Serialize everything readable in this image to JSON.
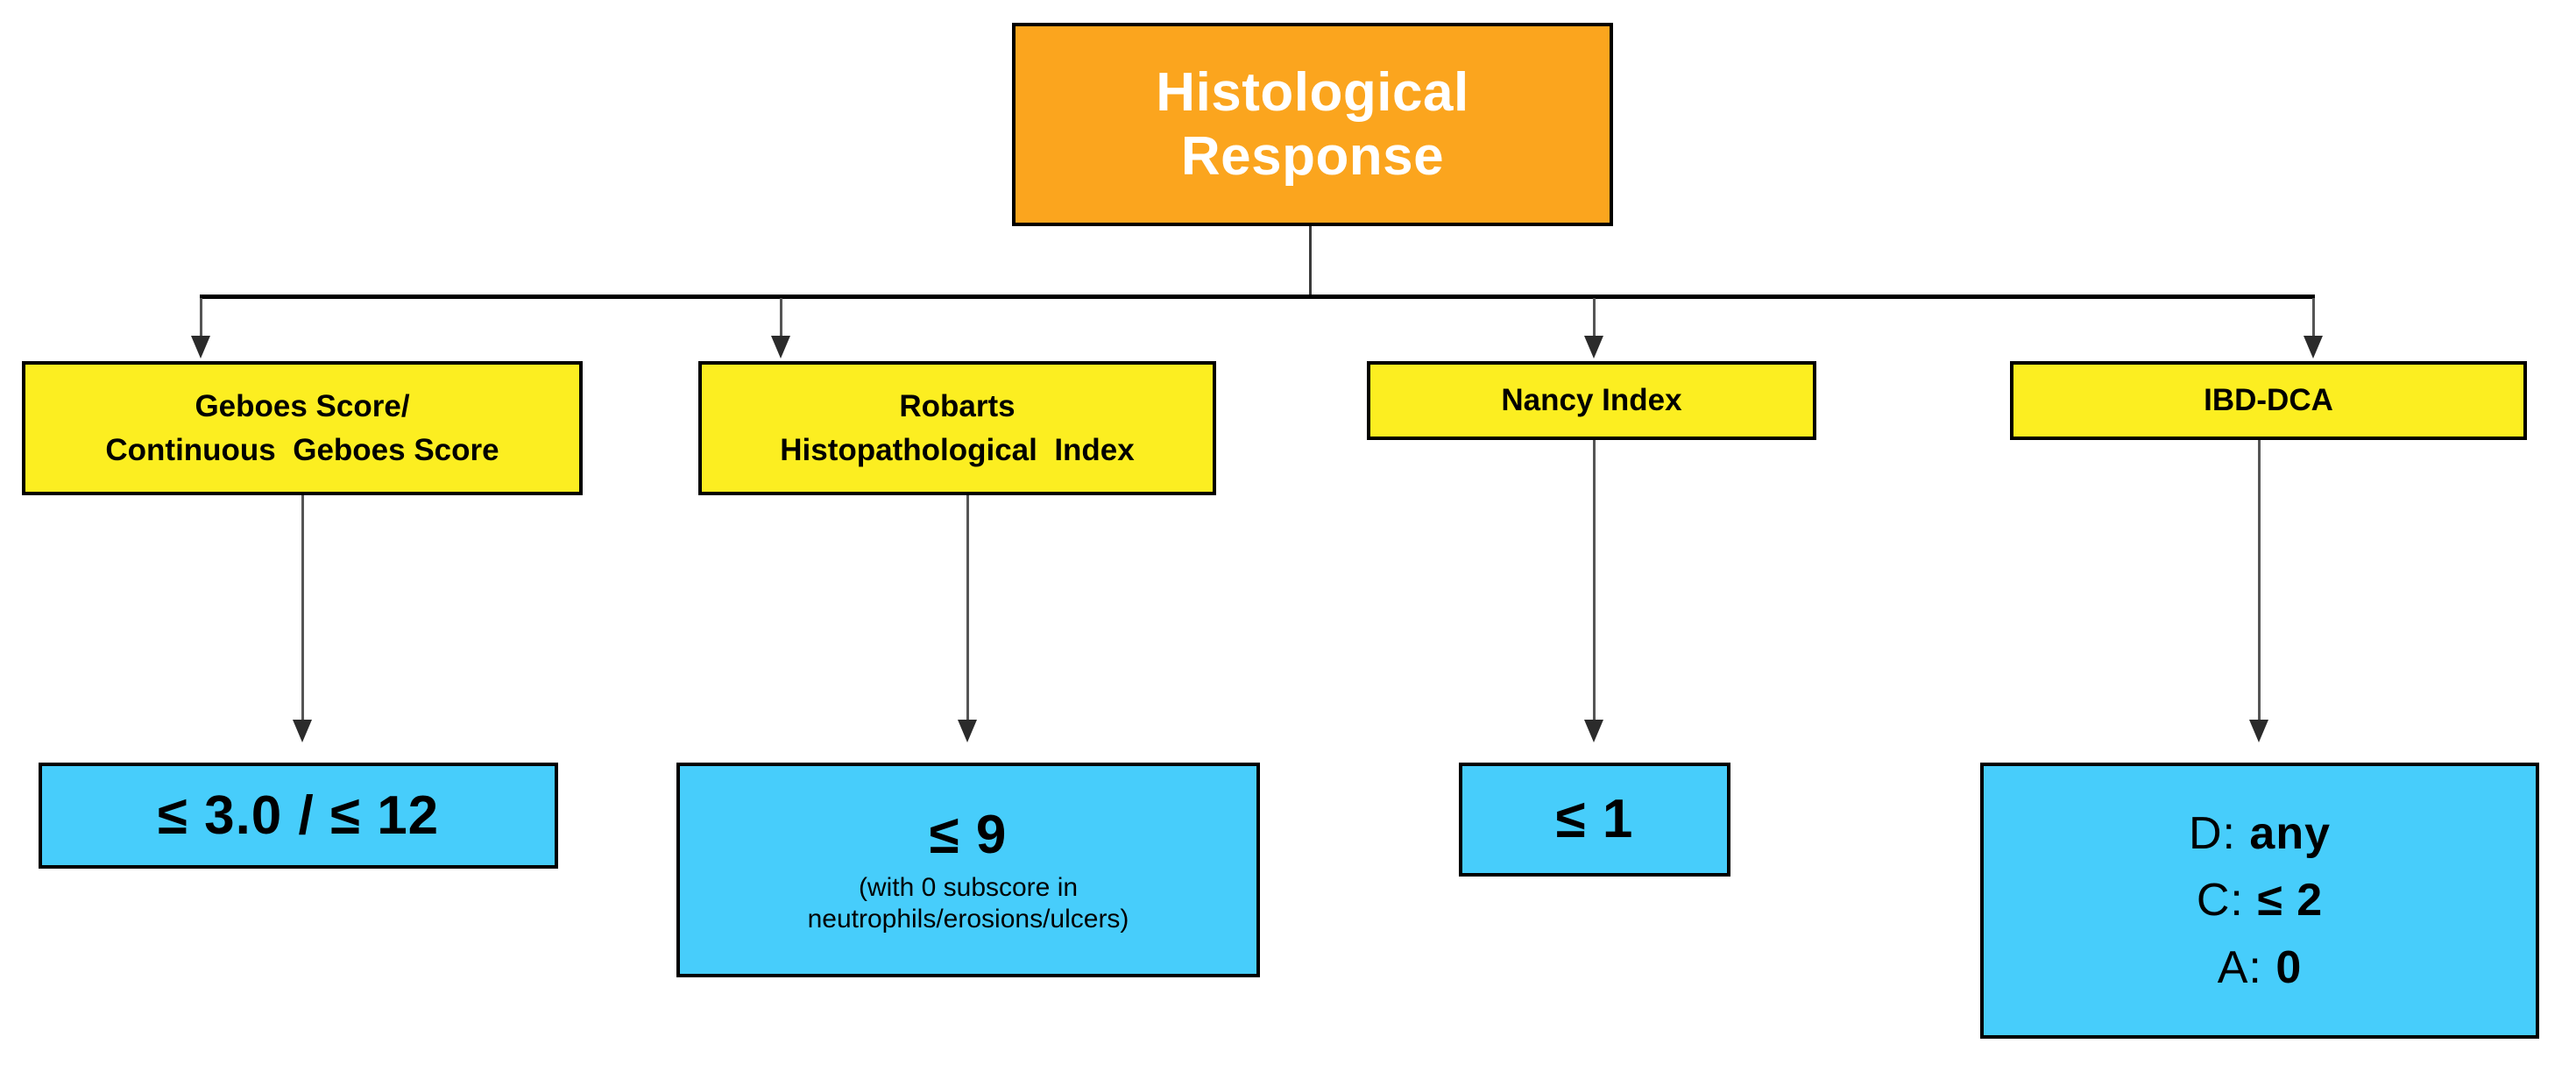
{
  "diagram": {
    "title": "Histological Response",
    "root": {
      "line1": "Histological",
      "line2": "Response"
    },
    "indices": [
      {
        "name": "geboes",
        "line1": "Geboes Score/",
        "line2": "Continuous  Geboes Score"
      },
      {
        "name": "robarts",
        "line1": "Robarts",
        "line2": "Histopathological  Index"
      },
      {
        "name": "nancy",
        "line1": "Nancy Index",
        "line2": ""
      },
      {
        "name": "ibd-dca",
        "line1": "IBD-DCA",
        "line2": ""
      }
    ],
    "outcomes": [
      {
        "name": "geboes-cutoff",
        "value": "≤ 3.0 / ≤ 12",
        "note_line1": "",
        "note_line2": ""
      },
      {
        "name": "robarts-cutoff",
        "value": "≤ 9",
        "note_line1": "(with 0 subscore in",
        "note_line2": "neutrophils/erosions/ulcers)"
      },
      {
        "name": "nancy-cutoff",
        "value": "≤ 1",
        "note_line1": "",
        "note_line2": ""
      }
    ],
    "ibd_dca_outcome": {
      "name": "ibd-dca-cutoff",
      "rows": [
        {
          "label": "D:",
          "value": "any"
        },
        {
          "label": "C:",
          "value": "≤ 2"
        },
        {
          "label": "A:",
          "value": "0"
        }
      ]
    },
    "colors": {
      "root_fill": "#FBA51E",
      "root_text": "#FFFFFF",
      "index_fill": "#FCEE21",
      "outcome_fill": "#47CDFB",
      "border": "#000000",
      "connector": "#000000",
      "background": "#FFFFFF"
    }
  }
}
